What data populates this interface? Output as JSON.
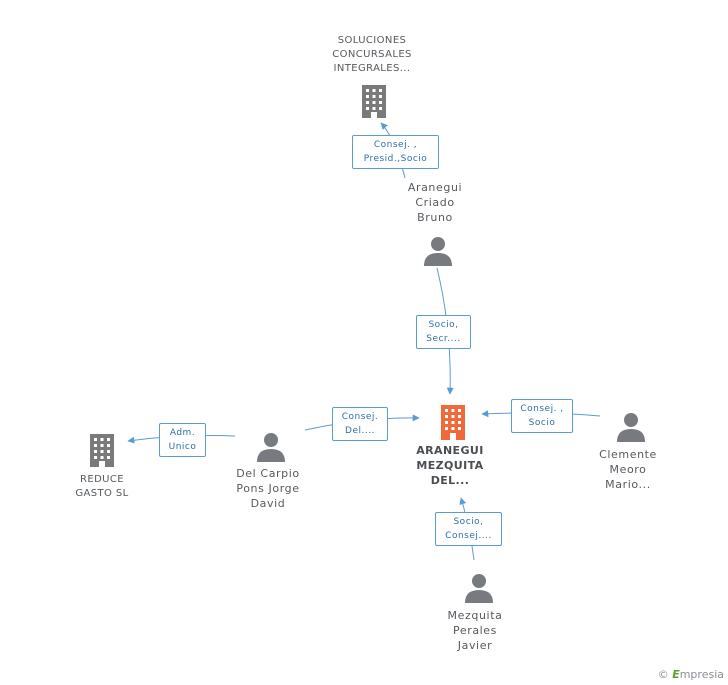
{
  "nodes": {
    "soluciones": [
      "SOLUCIONES",
      "CONCURSALES",
      "INTEGRALES..."
    ],
    "aranegui_criado": [
      "Aranegui",
      "Criado",
      "Bruno"
    ],
    "center": [
      "ARANEGUI",
      "MEZQUITA",
      "DEL..."
    ],
    "reduce": [
      "REDUCE",
      "GASTO SL"
    ],
    "del_carpio": [
      "Del Carpio",
      "Pons Jorge",
      "David"
    ],
    "clemente": [
      "Clemente",
      "Meoro",
      "Mario..."
    ],
    "mezquita": [
      "Mezquita",
      "Perales",
      "Javier"
    ]
  },
  "edges": {
    "e1": [
      "Consej. ,",
      "Presid.,Socio"
    ],
    "e2": [
      "Socio,",
      "Secr...."
    ],
    "e3": [
      "Adm.",
      "Unico"
    ],
    "e4": [
      "Consej.",
      "Del...."
    ],
    "e5": [
      "Consej. ,",
      "Socio"
    ],
    "e6": [
      "Socio,",
      "Consej...."
    ]
  },
  "footer": {
    "copyright": "©",
    "brand_initial": "E",
    "brand_rest": "mpresia"
  },
  "colors": {
    "company_gray": "#7a7a7a",
    "company_center": "#ee6a3a",
    "person_gray": "#777b80",
    "edge_blue": "#5b9bd5"
  }
}
